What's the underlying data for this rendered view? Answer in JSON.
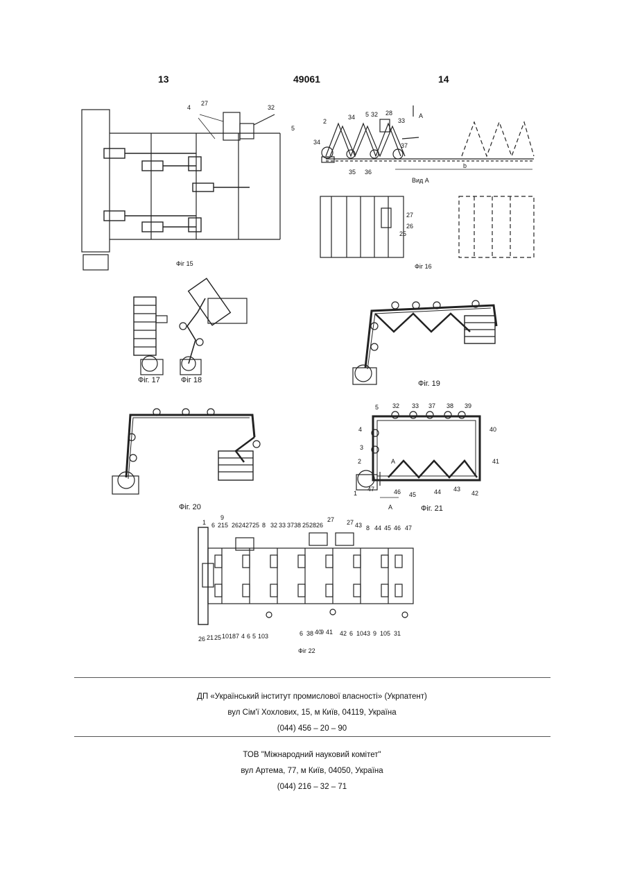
{
  "header": {
    "page_left": "13",
    "patent_number": "49061",
    "page_right": "14"
  },
  "figures": {
    "fig15": "Фіг 15",
    "fig16": "Фіг 16",
    "fig17": "Фіг. 17",
    "fig18": "Фіг 18",
    "fig19": "Фіг. 19",
    "fig20": "Фіг. 20",
    "fig21": "Фіг. 21",
    "fig22": "Фіг 22"
  },
  "fig15_labels": [
    "4",
    "27",
    "32",
    "5"
  ],
  "fig16_labels": {
    "top": [
      "2",
      "34",
      "5",
      "32",
      "28",
      "33",
      "34",
      "37",
      "35",
      "36",
      "A",
      "b"
    ],
    "view_label": "Вид А",
    "bottom": [
      "27",
      "26",
      "25"
    ]
  },
  "fig21_labels": [
    "5",
    "32",
    "33",
    "37",
    "38",
    "39",
    "40",
    "4",
    "3",
    "2",
    "41",
    "1",
    "47",
    "46",
    "45",
    "44",
    "43",
    "42",
    "A",
    "A"
  ],
  "fig22_labels": {
    "top": [
      "1",
      "9",
      "6",
      "21",
      "5",
      "26",
      "24",
      "27",
      "25",
      "8",
      "32",
      "33",
      "37",
      "38",
      "25",
      "28",
      "26",
      "27",
      "27",
      "43",
      "8",
      "44",
      "45",
      "46",
      "47"
    ],
    "bottom": [
      "26",
      "21",
      "25",
      "10",
      "18",
      "7",
      "4",
      "6",
      "5",
      "10",
      "3",
      "6",
      "38",
      "40",
      "9",
      "41",
      "42",
      "6",
      "10",
      "43",
      "9",
      "10",
      "5",
      "31"
    ]
  },
  "footer": {
    "org1_name": "ДП «Український інститут промислової власності» (Укрпатент)",
    "org1_address": "вул Сім'ї Хохлових, 15, м Київ, 04119, Україна",
    "org1_phone": "(044) 456 – 20 – 90",
    "org2_name": "ТОВ \"Міжнародний науковий комітет\"",
    "org2_address": "вул Артема, 77, м Київ, 04050, Україна",
    "org2_phone": "(044) 216 – 32 – 71"
  }
}
